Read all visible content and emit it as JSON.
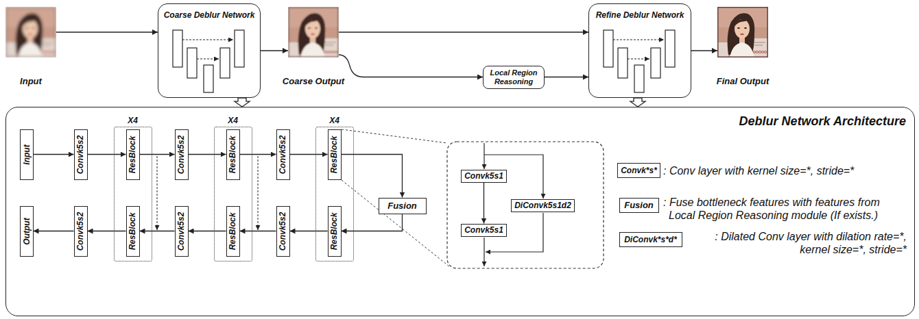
{
  "diagram": {
    "nodes": [
      {
        "text": [
          "Input"
        ]
      },
      {
        "text": [
          "Coarse Deblur Network"
        ]
      },
      {
        "text": [
          "Coarse Output"
        ]
      },
      {
        "text": [
          "Local Region Reasoning"
        ]
      },
      {
        "text": [
          "Refine Deblur Network"
        ]
      },
      {
        "text": [
          "Final Output"
        ]
      },
      {
        "text": [
          "Deblur Network Architecture"
        ]
      },
      {
        "text": [
          "Input"
        ],
        "in": 6
      },
      {
        "text": [
          "Convk5s2"
        ],
        "in": 6
      },
      {
        "text": [
          "X4"
        ],
        "in": 6
      },
      {
        "text": [
          "ResBlock"
        ],
        "in": 9
      },
      {
        "text": [
          "ResBlock"
        ],
        "in": 9
      },
      {
        "text": [
          "Convk5s2"
        ],
        "in": 6
      },
      {
        "text": [
          "X4"
        ],
        "in": 6
      },
      {
        "text": [
          "ResBlock"
        ],
        "in": 13
      },
      {
        "text": [
          "ResBlock"
        ],
        "in": 13
      },
      {
        "text": [
          "Convk5s2"
        ],
        "in": 6
      },
      {
        "text": [
          "X4"
        ],
        "in": 6
      },
      {
        "text": [
          "ResBlock"
        ],
        "in": 17
      },
      {
        "text": [
          "ResBlock"
        ],
        "in": 17
      },
      {
        "text": [
          "Fusion"
        ],
        "in": 6
      },
      {
        "text": [
          "Output"
        ],
        "in": 6
      },
      {
        "text": [
          "Convk5s2"
        ],
        "in": 6
      },
      {
        "text": [
          "Convk5s2"
        ],
        "in": 6
      },
      {
        "text": [
          "Convk5s2"
        ],
        "in": 6
      },
      {
        "text": [
          "Convk5s1"
        ],
        "in": 6
      },
      {
        "text": [
          "DiConvk5s1d2"
        ],
        "in": 6
      },
      {
        "text": [
          "Convk5s1"
        ],
        "in": 6
      },
      {
        "text": [
          "Convk*s*"
        ],
        "in": 6
      },
      {
        "text": [
          "Fusion"
        ],
        "in": 6
      },
      {
        "text": [
          "DiConvk*s*d*"
        ],
        "in": 6
      }
    ],
    "edges": [
      {
        "from": 0,
        "to": 1,
        "arrow": "to"
      },
      {
        "from": 1,
        "to": 2,
        "arrow": "to"
      },
      {
        "from": 2,
        "to": 4,
        "arrow": "to"
      },
      {
        "from": 2,
        "to": 3,
        "arrow": "to"
      },
      {
        "from": 3,
        "to": 4,
        "arrow": "to"
      },
      {
        "from": 4,
        "to": 5,
        "arrow": "to"
      },
      {
        "from": 1,
        "to": 6,
        "arrow": "to"
      },
      {
        "from": 4,
        "to": 6,
        "arrow": "to"
      },
      {
        "from": 7,
        "to": 8,
        "arrow": "to"
      },
      {
        "from": 8,
        "to": 10,
        "arrow": "to"
      },
      {
        "from": 10,
        "to": 12,
        "arrow": "to"
      },
      {
        "from": 12,
        "to": 14,
        "arrow": "to"
      },
      {
        "from": 14,
        "to": 16,
        "arrow": "to"
      },
      {
        "from": 16,
        "to": 18,
        "arrow": "to"
      },
      {
        "from": 18,
        "to": 20,
        "arrow": "to"
      },
      {
        "from": 20,
        "to": 19,
        "arrow": "to"
      },
      {
        "from": 19,
        "to": 24,
        "arrow": "to"
      },
      {
        "from": 24,
        "to": 15,
        "arrow": "to"
      },
      {
        "from": 15,
        "to": 23,
        "arrow": "to"
      },
      {
        "from": 23,
        "to": 11,
        "arrow": "to"
      },
      {
        "from": 11,
        "to": 22,
        "arrow": "to"
      },
      {
        "from": 22,
        "to": 21,
        "arrow": "to"
      },
      {
        "from": 25,
        "to": 27,
        "arrow": "to"
      }
    ],
    "labels": [
      ": Conv layer with kernel size=*, stride=*",
      ": Fuse bottleneck features with features from Local Region Reasoning module (If exists.)",
      ": Dilated Conv layer with dilation rate=*, kernel size=*, stride=*"
    ]
  }
}
